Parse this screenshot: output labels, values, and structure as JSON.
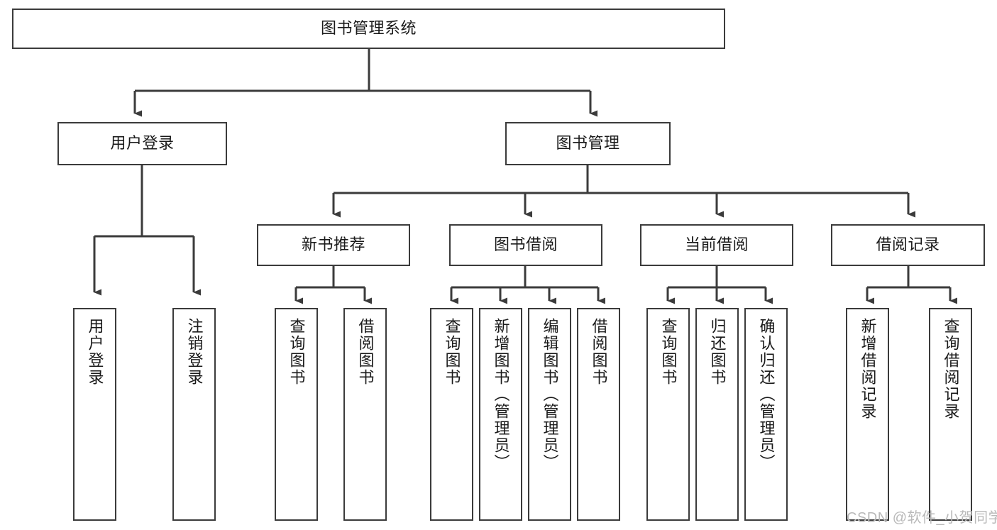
{
  "diagram": {
    "type": "tree-hierarchy",
    "title": "图书管理系统",
    "watermark": "CSDN @软件_小贺同学",
    "colors": {
      "border": "#3b3b3b",
      "background": "#ffffff",
      "text": "#1a1a1a",
      "connector": "#3b3b3b",
      "watermark": "#b9b9b9"
    },
    "nodes": {
      "root": {
        "label": "图书管理系统",
        "orientation": "horizontal"
      },
      "level2": [
        {
          "label": "用户登录",
          "orientation": "horizontal"
        },
        {
          "label": "图书管理",
          "orientation": "horizontal"
        }
      ],
      "level3": [
        {
          "label": "新书推荐",
          "orientation": "horizontal"
        },
        {
          "label": "图书借阅",
          "orientation": "horizontal"
        },
        {
          "label": "当前借阅",
          "orientation": "horizontal"
        },
        {
          "label": "借阅记录",
          "orientation": "horizontal"
        }
      ],
      "leaves_user_login": [
        {
          "label": "用户登录",
          "orientation": "vertical"
        },
        {
          "label": "注销登录",
          "orientation": "vertical"
        }
      ],
      "leaves_new_book": [
        {
          "label": "查询图书",
          "orientation": "vertical"
        },
        {
          "label": "借阅图书",
          "orientation": "vertical"
        }
      ],
      "leaves_borrow": [
        {
          "label": "查询图书",
          "orientation": "vertical"
        },
        {
          "label": "新增图书（管理员）",
          "orientation": "vertical"
        },
        {
          "label": "编辑图书（管理员）",
          "orientation": "vertical"
        },
        {
          "label": "借阅图书",
          "orientation": "vertical"
        }
      ],
      "leaves_current": [
        {
          "label": "查询图书",
          "orientation": "vertical"
        },
        {
          "label": "归还图书",
          "orientation": "vertical"
        },
        {
          "label": "确认归还（管理员）",
          "orientation": "vertical"
        }
      ],
      "leaves_record": [
        {
          "label": "新增借阅记录",
          "orientation": "vertical"
        },
        {
          "label": "查询借阅记录",
          "orientation": "vertical"
        }
      ]
    }
  }
}
